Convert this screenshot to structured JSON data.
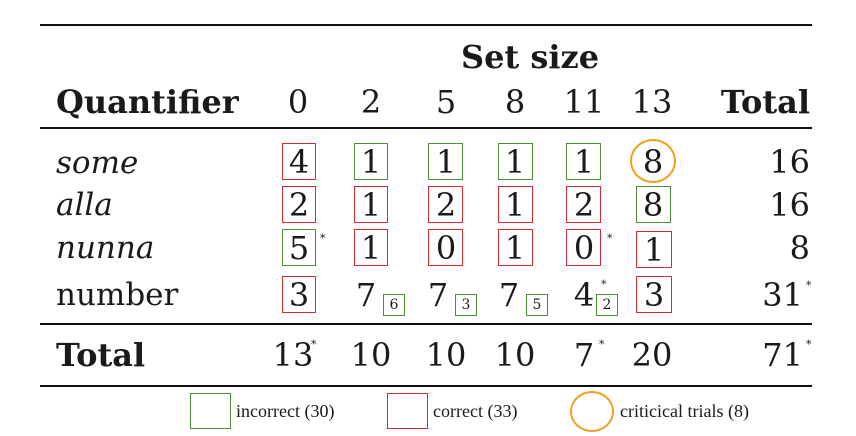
{
  "table": {
    "set_size_header": "Set size",
    "quantifier_header": "Quantifier",
    "columns": [
      "0",
      "2",
      "5",
      "8",
      "11",
      "13"
    ],
    "total_header": "Total",
    "rows": [
      {
        "label": "some",
        "cells": [
          "4",
          "1",
          "1",
          "1",
          "1",
          "8"
        ],
        "total": "16"
      },
      {
        "label": "alla",
        "cells": [
          "2",
          "1",
          "2",
          "1",
          "2",
          "8"
        ],
        "total": "16"
      },
      {
        "label": "nunna",
        "cells": [
          "5",
          "1",
          "0",
          "1",
          "0",
          "1"
        ],
        "total": "8"
      },
      {
        "label": "number",
        "cells": [
          "3",
          "7",
          "7",
          "7",
          "4",
          "3"
        ],
        "total": "31"
      }
    ],
    "number_row_annotations": [
      "6",
      "3",
      "5",
      "2"
    ],
    "total_row": {
      "label": "Total",
      "cells": [
        "13",
        "10",
        "10",
        "10",
        "7",
        "20"
      ],
      "total": "71"
    },
    "asterisk": "*"
  },
  "legend": {
    "incorrect": "incorrect (30)",
    "correct": "correct (33)",
    "critical": "criticical trials (8)"
  },
  "colors": {
    "incorrect": "#4d8c3a",
    "correct": "#d03030",
    "critical": "#f0a020"
  }
}
